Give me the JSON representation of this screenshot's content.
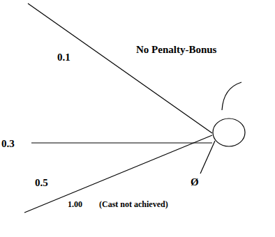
{
  "diagram": {
    "labels": [
      "No Penalty-Bonus",
      "0.1",
      "0.3",
      "0.5",
      "Ø",
      "1.00",
      "(Cast not achieved)"
    ]
  }
}
